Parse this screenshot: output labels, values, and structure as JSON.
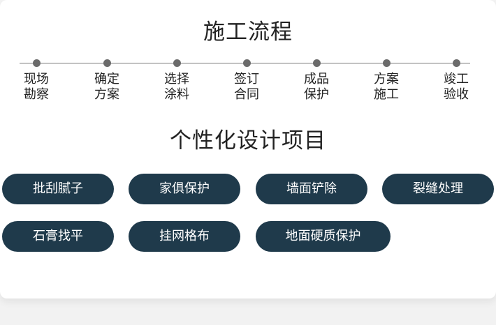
{
  "process": {
    "title": "施工流程",
    "steps": [
      {
        "line1": "现场",
        "line2": "勘察"
      },
      {
        "line1": "确定",
        "line2": "方案"
      },
      {
        "line1": "选择",
        "line2": "涂料"
      },
      {
        "line1": "签订",
        "line2": "合同"
      },
      {
        "line1": "成品",
        "line2": "保护"
      },
      {
        "line1": "方案",
        "line2": "施工"
      },
      {
        "line1": "竣工",
        "line2": "验收"
      }
    ]
  },
  "custom": {
    "title": "个性化设计项目",
    "tags": [
      "批刮腻子",
      "家俱保护",
      "墙面铲除",
      "裂缝处理",
      "石膏找平",
      "挂网格布",
      "地面硬质保护"
    ]
  },
  "colors": {
    "pill_bg": "#1f3a4b",
    "dot": "#6b6b6b",
    "line": "#777777"
  }
}
